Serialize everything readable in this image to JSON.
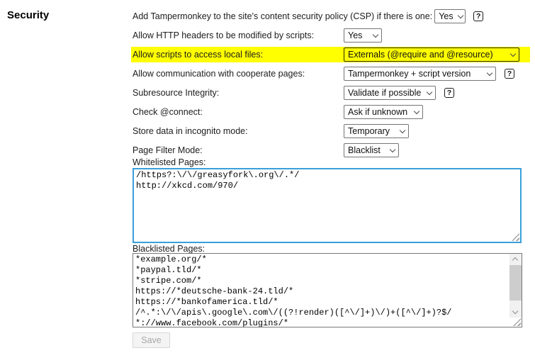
{
  "section": {
    "title": "Security"
  },
  "settings": [
    {
      "label": "Add Tampermonkey to the site's content security policy (CSP) if there is one:",
      "value": "Yes",
      "help": true
    },
    {
      "label": "Allow HTTP headers to be modified by scripts:",
      "value": "Yes",
      "help": false
    },
    {
      "label": "Allow scripts to access local files:",
      "value": "Externals (@require and @resource)",
      "help": false,
      "highlighted": true
    },
    {
      "label": "Allow communication with cooperate pages:",
      "value": "Tampermonkey + script version",
      "help": true
    },
    {
      "label": "Subresource Integrity:",
      "value": "Validate if possible",
      "help": true
    },
    {
      "label": "Check @connect:",
      "value": "Ask if unknown",
      "help": false
    },
    {
      "label": "Store data in incognito mode:",
      "value": "Temporary",
      "help": false
    },
    {
      "label": "Page Filter Mode:",
      "value": "Blacklist",
      "help": false
    }
  ],
  "help_icon_glyph": "?",
  "whitelist": {
    "label": "Whitelisted Pages:",
    "content": "/https?:\\/\\/greasyfork\\.org\\/.*/\nhttp://xkcd.com/970/"
  },
  "blacklist": {
    "label": "Blacklisted Pages:",
    "content": "*example.org/*\n*paypal.tld/*\n*stripe.com/*\nhttps://*deutsche-bank-24.tld/*\nhttps://*bankofamerica.tld/*\n/^.*:\\/\\/apis\\.google\\.com\\/((?!render)([^\\/]+)\\/)+([^\\/]+)?$/\n*://www.facebook.com/plugins/*"
  },
  "save_button": {
    "label": "Save"
  },
  "colors": {
    "highlight": "#ffff00",
    "whitelist_focus_border": "#399fdb",
    "select_border": "#757575"
  }
}
